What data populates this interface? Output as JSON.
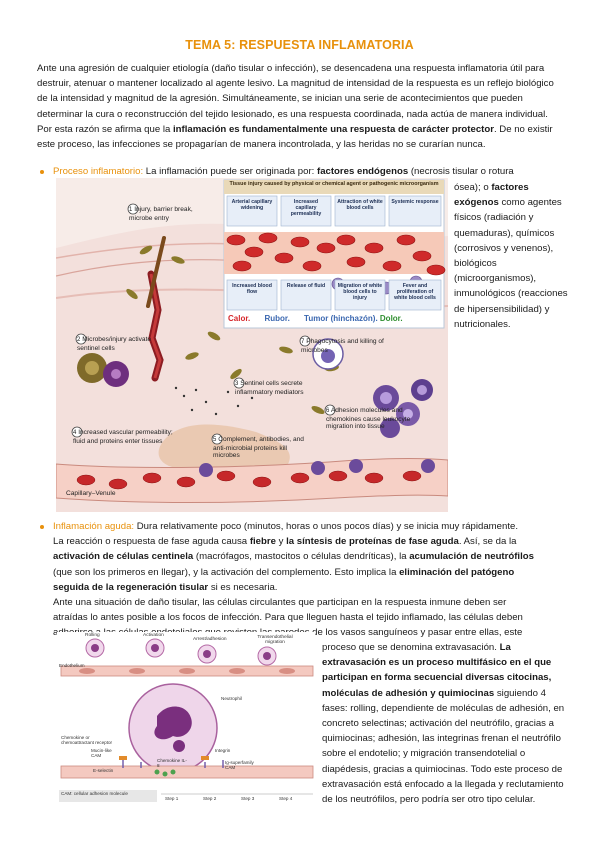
{
  "title": "TEMA 5: RESPUESTA INFLAMATORIA",
  "intro": {
    "p1": "Ante una agresión de cualquier etiología (daño tisular o infección), se desencadena una respuesta inflamatoria útil para destruir, atenuar o mantener localizado al agente lesivo. La magnitud de intensidad de la respuesta es un reflejo biológico de la intensidad y magnitud de la agresión. Simultáneamente, se inician una serie de acontecimientos que pueden determinar la cura o reconstrucción del tejido lesionado, es una respuesta coordinada, nada actúa de manera individual.",
    "p2_a": "Por esta razón se afirma que la ",
    "p2_b": "inflamación es fundamentalmente una respuesta de carácter protector",
    "p2_c": ". De no existir este proceso, las infecciones se propagarían de manera incontrolada, y las heridas no se curarían nunca."
  },
  "section1": {
    "label": "Proceso inflamatorio:",
    "text_a": " La inflamación puede ser originada por: ",
    "text_b": "factores endógenos",
    "text_c": " (necrosis tisular o rotura",
    "side_a": "ósea); o ",
    "side_b": "factores exógenos",
    "side_c": " como agentes físicos (radiación y quemaduras), químicos (corrosivos y venenos), biológicos (microorganismos), inmunológicos (reacciones de hipersensibilidad) y nutricionales."
  },
  "figure1": {
    "header": "Tissue injury caused by physical or chemical agent or pathogenic microorganism",
    "top_labels": [
      "Arterial capillary widening",
      "Increased capillary permeability",
      "Attraction of white blood cells",
      "Systemic response"
    ],
    "bottom_labels": [
      "Increased blood flow",
      "Release of fluid",
      "Migration of white blood cells to injury",
      "Fever and proliferation of white blood cells"
    ],
    "signs": {
      "calor": "Calor.",
      "rubor": "Rubor.",
      "tumor": "Tumor (hinchazón).",
      "dolor": "Dolor."
    },
    "steps": [
      {
        "num": "1",
        "text": "Injury, barrier break, microbe entry"
      },
      {
        "num": "2",
        "text": "Microbes/injury activate sentinel cells"
      },
      {
        "num": "3",
        "text": "Sentinel cells secrete inflammatory mediators"
      },
      {
        "num": "4",
        "text": "Increased vascular permeability; fluid and proteins enter tissues"
      },
      {
        "num": "5",
        "text": "Complement, antibodies, and anti-microbial proteins kill microbes"
      },
      {
        "num": "6",
        "text": "Adhesion molecules and chemokines cause leukocyte migration into tissue"
      },
      {
        "num": "7",
        "text": "Phagocytosis and killing of microbes"
      }
    ],
    "capillary": "Capillary–Venule"
  },
  "section2": {
    "label": "Inflamación aguda:",
    "l1": " Dura relativamente poco (minutos, horas o unos pocos días) y se inicia muy rápidamente.",
    "l2_a": "La reacción o respuesta de fase aguda causa ",
    "l2_b": "fiebre",
    "l2_c": " y ",
    "l2_d": "la síntesis de proteínas de fase aguda",
    "l2_e": ". Así, se da la",
    "l3_a": "activación de células centinela",
    "l3_b": " (macrófagos, mastocitos o células dendríticas), la ",
    "l3_c": "acumulación de neutrófilos",
    "l4": "(que son los primeros en llegar), y la activación del complemento. Esto implica la ",
    "l4_b": "eliminación del patógeno",
    "l5_a": "seguida de la regeneración tisular",
    "l5_b": " si es necesaria.",
    "l6": "Ante una situación de daño tisular, las células circulantes que participan en la respuesta inmune deben ser",
    "l7": "atraídas lo antes posible a los focos de infección. Para que lleguen hasta el tejido inflamado, las células deben",
    "l8": "adherirse a las células endoteliales que revisten las paredes de los vasos sanguíneos y pasar entre ellas, este",
    "r1_a": "proceso que se denomina extravasación. ",
    "r1_b": "La extravasación es un proceso multifásico en el que participan en forma secuencial diversas citocinas, moléculas de adhesión y quimiocinas",
    "r1_c": " siguiendo 4 fases: rolling, dependiente de moléculas de adhesión, en concreto selectinas; activación del neutrófilo, gracias a quimiocinas; adhesión, las integrinas frenan el neutrófilo sobre el endotelio; y migración transendotelial o diapédesis, gracias a quimiocinas. Todo este proceso de extravasación está enfocado a la llegada y reclutamiento de los neutrófilos, pero podría ser otro tipo celular."
  },
  "figure2": {
    "phases": [
      "Rolling",
      "Activation",
      "Arrest/adhesion",
      "Transendothelial migration"
    ],
    "labels": {
      "endothelium": "Endothelium",
      "neutrophil": "Neutrophil",
      "chemo": "Chemokine or chemoattractant receptor",
      "mucin": "Mucin-like CAM",
      "integrin": "Integrin",
      "eselectin": "E-selectin",
      "chemokine": "Chemokine IL-8",
      "icam": "Ig-superfamily CAM",
      "cam": "CAM: cellular adhesion molecule"
    },
    "steps": [
      "Step 1",
      "Step 2",
      "Step 3",
      "Step 4"
    ]
  },
  "colors": {
    "accent": "#e8910c",
    "calor": "#d6262a",
    "rubor": "#3a67b0",
    "tumor": "#3a67b0",
    "dolor": "#2f8f2f"
  }
}
